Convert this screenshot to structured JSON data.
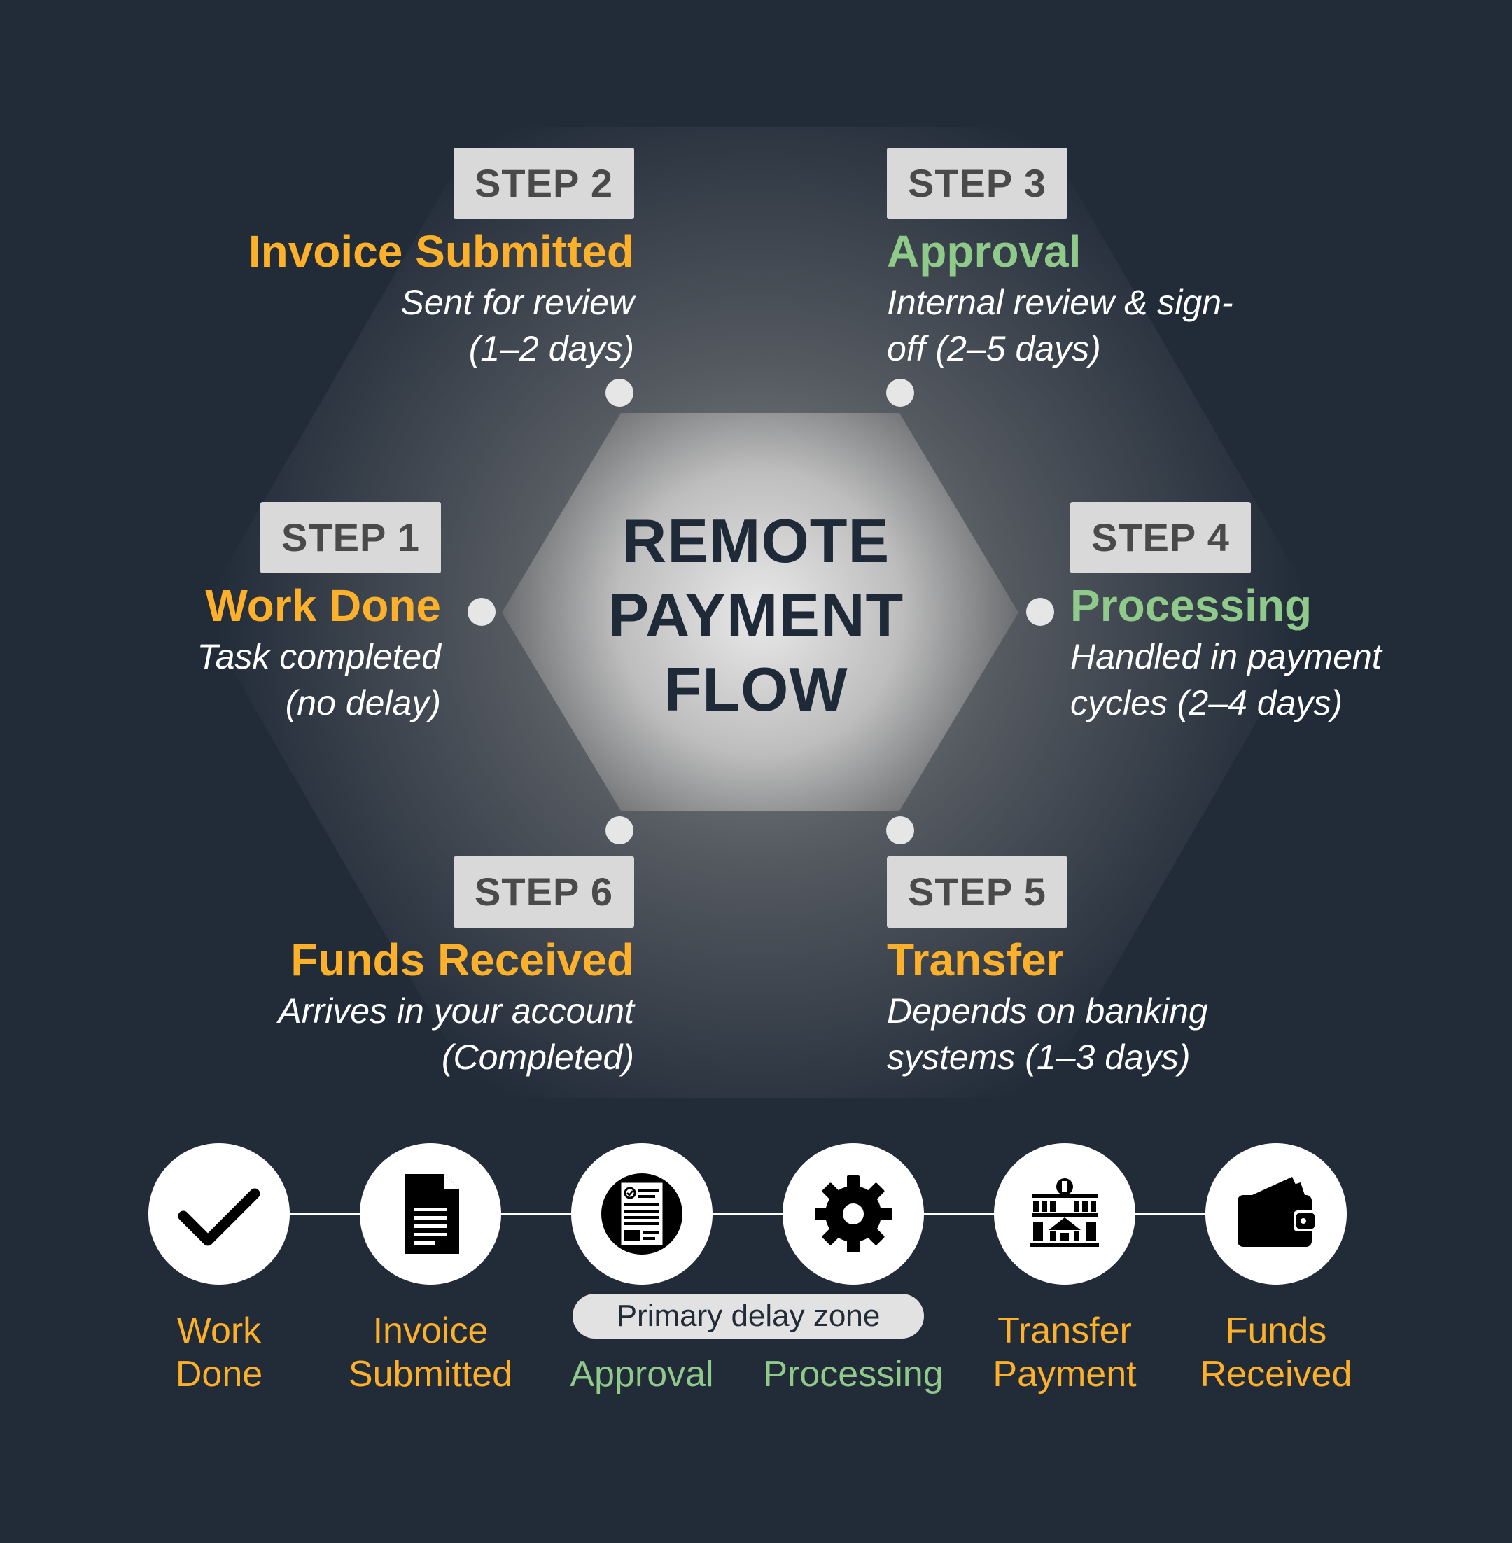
{
  "center": {
    "line1": "REMOTE",
    "line2": "PAYMENT",
    "line3": "FLOW"
  },
  "steps": [
    {
      "badge": "STEP 1",
      "title": "Work Done",
      "desc1": "Task completed",
      "desc2": "(no delay)",
      "color": "#fdb02a"
    },
    {
      "badge": "STEP 2",
      "title": "Invoice Submitted",
      "desc1": "Sent for review",
      "desc2": "(1–2 days)",
      "color": "#fdb02a"
    },
    {
      "badge": "STEP 3",
      "title": "Approval",
      "desc1": "Internal review & sign-",
      "desc2": "off (2–5 days)",
      "color": "#8fca8a"
    },
    {
      "badge": "STEP 4",
      "title": "Processing",
      "desc1": "Handled in payment",
      "desc2": "cycles (2–4 days)",
      "color": "#8fca8a"
    },
    {
      "badge": "STEP 5",
      "title": "Transfer",
      "desc1": "Depends on banking",
      "desc2": "systems (1–3 days)",
      "color": "#fdb02a"
    },
    {
      "badge": "STEP 6",
      "title": "Funds Received",
      "desc1": "Arrives in your account",
      "desc2": "(Completed)",
      "color": "#fdb02a"
    }
  ],
  "timeline": [
    {
      "icon": "checkmark-icon",
      "line1": "Work",
      "line2": "Done",
      "color": "#fdb02a"
    },
    {
      "icon": "document-icon",
      "line1": "Invoice",
      "line2": "Submitted",
      "color": "#fdb02a"
    },
    {
      "icon": "approval-form-icon",
      "line1": "",
      "line2": "Approval",
      "color": "#8fca8a"
    },
    {
      "icon": "gear-icon",
      "line1": "",
      "line2": "Processing",
      "color": "#8fca8a"
    },
    {
      "icon": "bank-icon",
      "line1": "Transfer",
      "line2": "Payment",
      "color": "#fdb02a"
    },
    {
      "icon": "wallet-icon",
      "line1": "Funds",
      "line2": "Received",
      "color": "#fdb02a"
    }
  ],
  "delay_zone": "Primary delay zone",
  "colors": {
    "background": "#222c39",
    "orange": "#fdb02a",
    "green": "#8fca8a",
    "badge": "#d9d9d9"
  }
}
